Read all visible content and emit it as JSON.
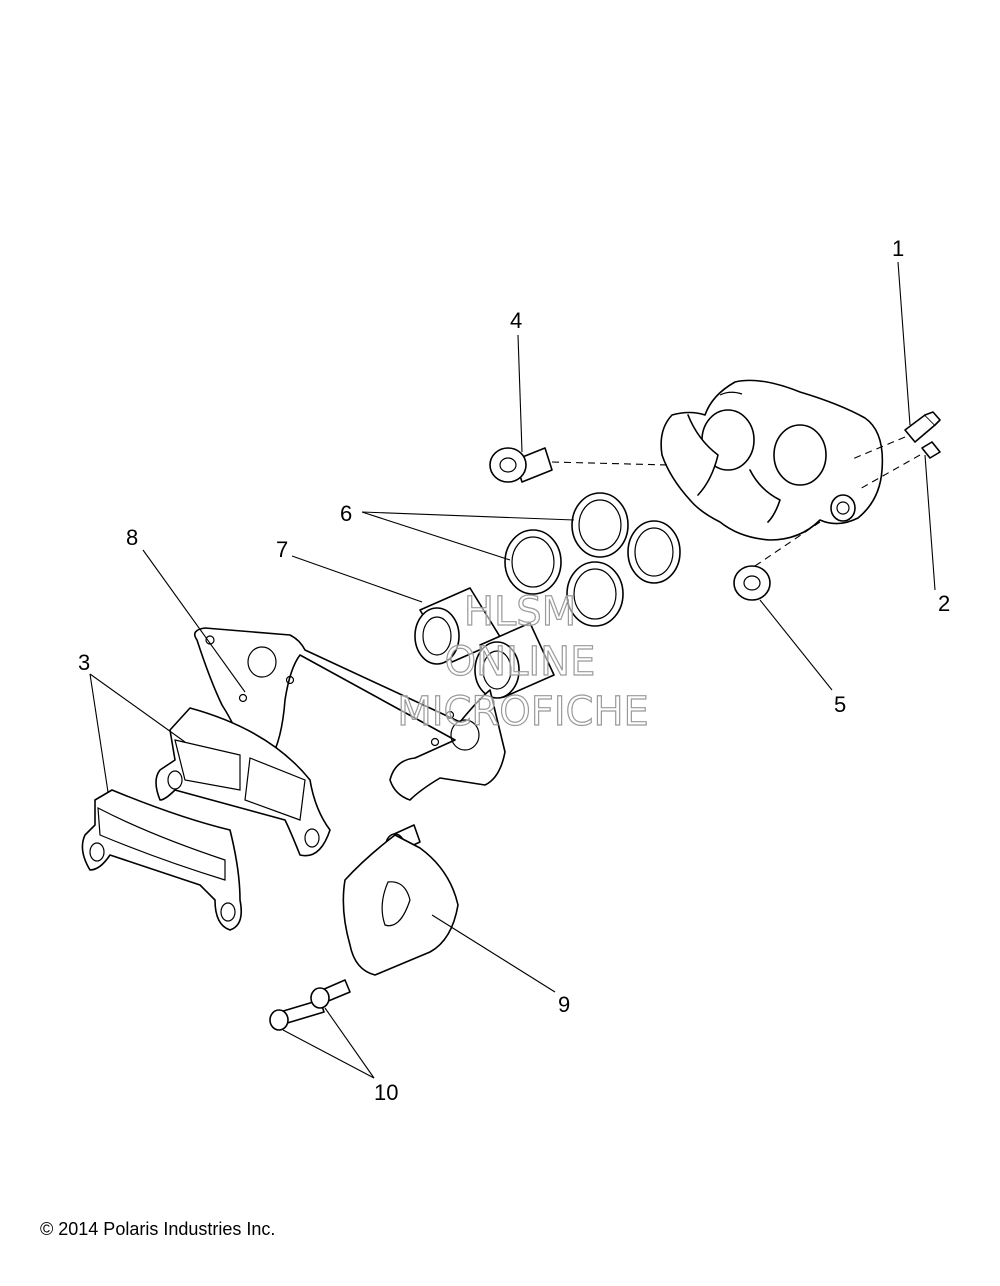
{
  "callouts": [
    {
      "id": "1",
      "label": "1"
    },
    {
      "id": "2",
      "label": "2"
    },
    {
      "id": "3",
      "label": "3"
    },
    {
      "id": "4",
      "label": "4"
    },
    {
      "id": "5",
      "label": "5"
    },
    {
      "id": "6",
      "label": "6"
    },
    {
      "id": "7",
      "label": "7"
    },
    {
      "id": "8",
      "label": "8"
    },
    {
      "id": "9",
      "label": "9"
    },
    {
      "id": "10",
      "label": "10"
    }
  ],
  "watermark": {
    "line1": "HLSM",
    "line2": "ONLINE",
    "line3": "MICROFICHE"
  },
  "footer": {
    "copyright": "© 2014 Polaris Industries Inc."
  },
  "colors": {
    "line": "#000000",
    "background": "#ffffff",
    "watermark": "#9a9a9a"
  }
}
